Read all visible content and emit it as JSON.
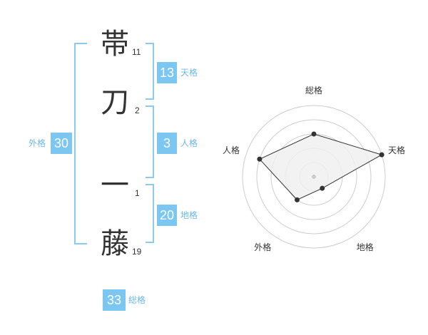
{
  "name": {
    "chars": [
      {
        "char": "帯",
        "strokes": "11"
      },
      {
        "char": "刀",
        "strokes": "2"
      },
      {
        "char": "一",
        "strokes": "1"
      },
      {
        "char": "藤",
        "strokes": "19"
      }
    ]
  },
  "fortunes": {
    "tenkaku": {
      "value": "13",
      "label": "天格"
    },
    "jinkaku": {
      "value": "3",
      "label": "人格"
    },
    "chikaku": {
      "value": "20",
      "label": "地格"
    },
    "gaikaku": {
      "value": "30",
      "label": "外格"
    },
    "soukaku": {
      "value": "33",
      "label": "総格"
    }
  },
  "chart_data": {
    "type": "radar",
    "axes": [
      "総格",
      "天格",
      "地格",
      "外格",
      "人格"
    ],
    "values": [
      3,
      5,
      1,
      2,
      4
    ],
    "range": [
      0,
      5
    ],
    "grid": true,
    "colors": {
      "fill": "#f0f0f0",
      "line": "#333333",
      "grid": "#cccccc"
    }
  },
  "colors": {
    "accent": "#7cc6f2",
    "bracket": "#8ccbf0",
    "label": "#6bb8e6"
  }
}
